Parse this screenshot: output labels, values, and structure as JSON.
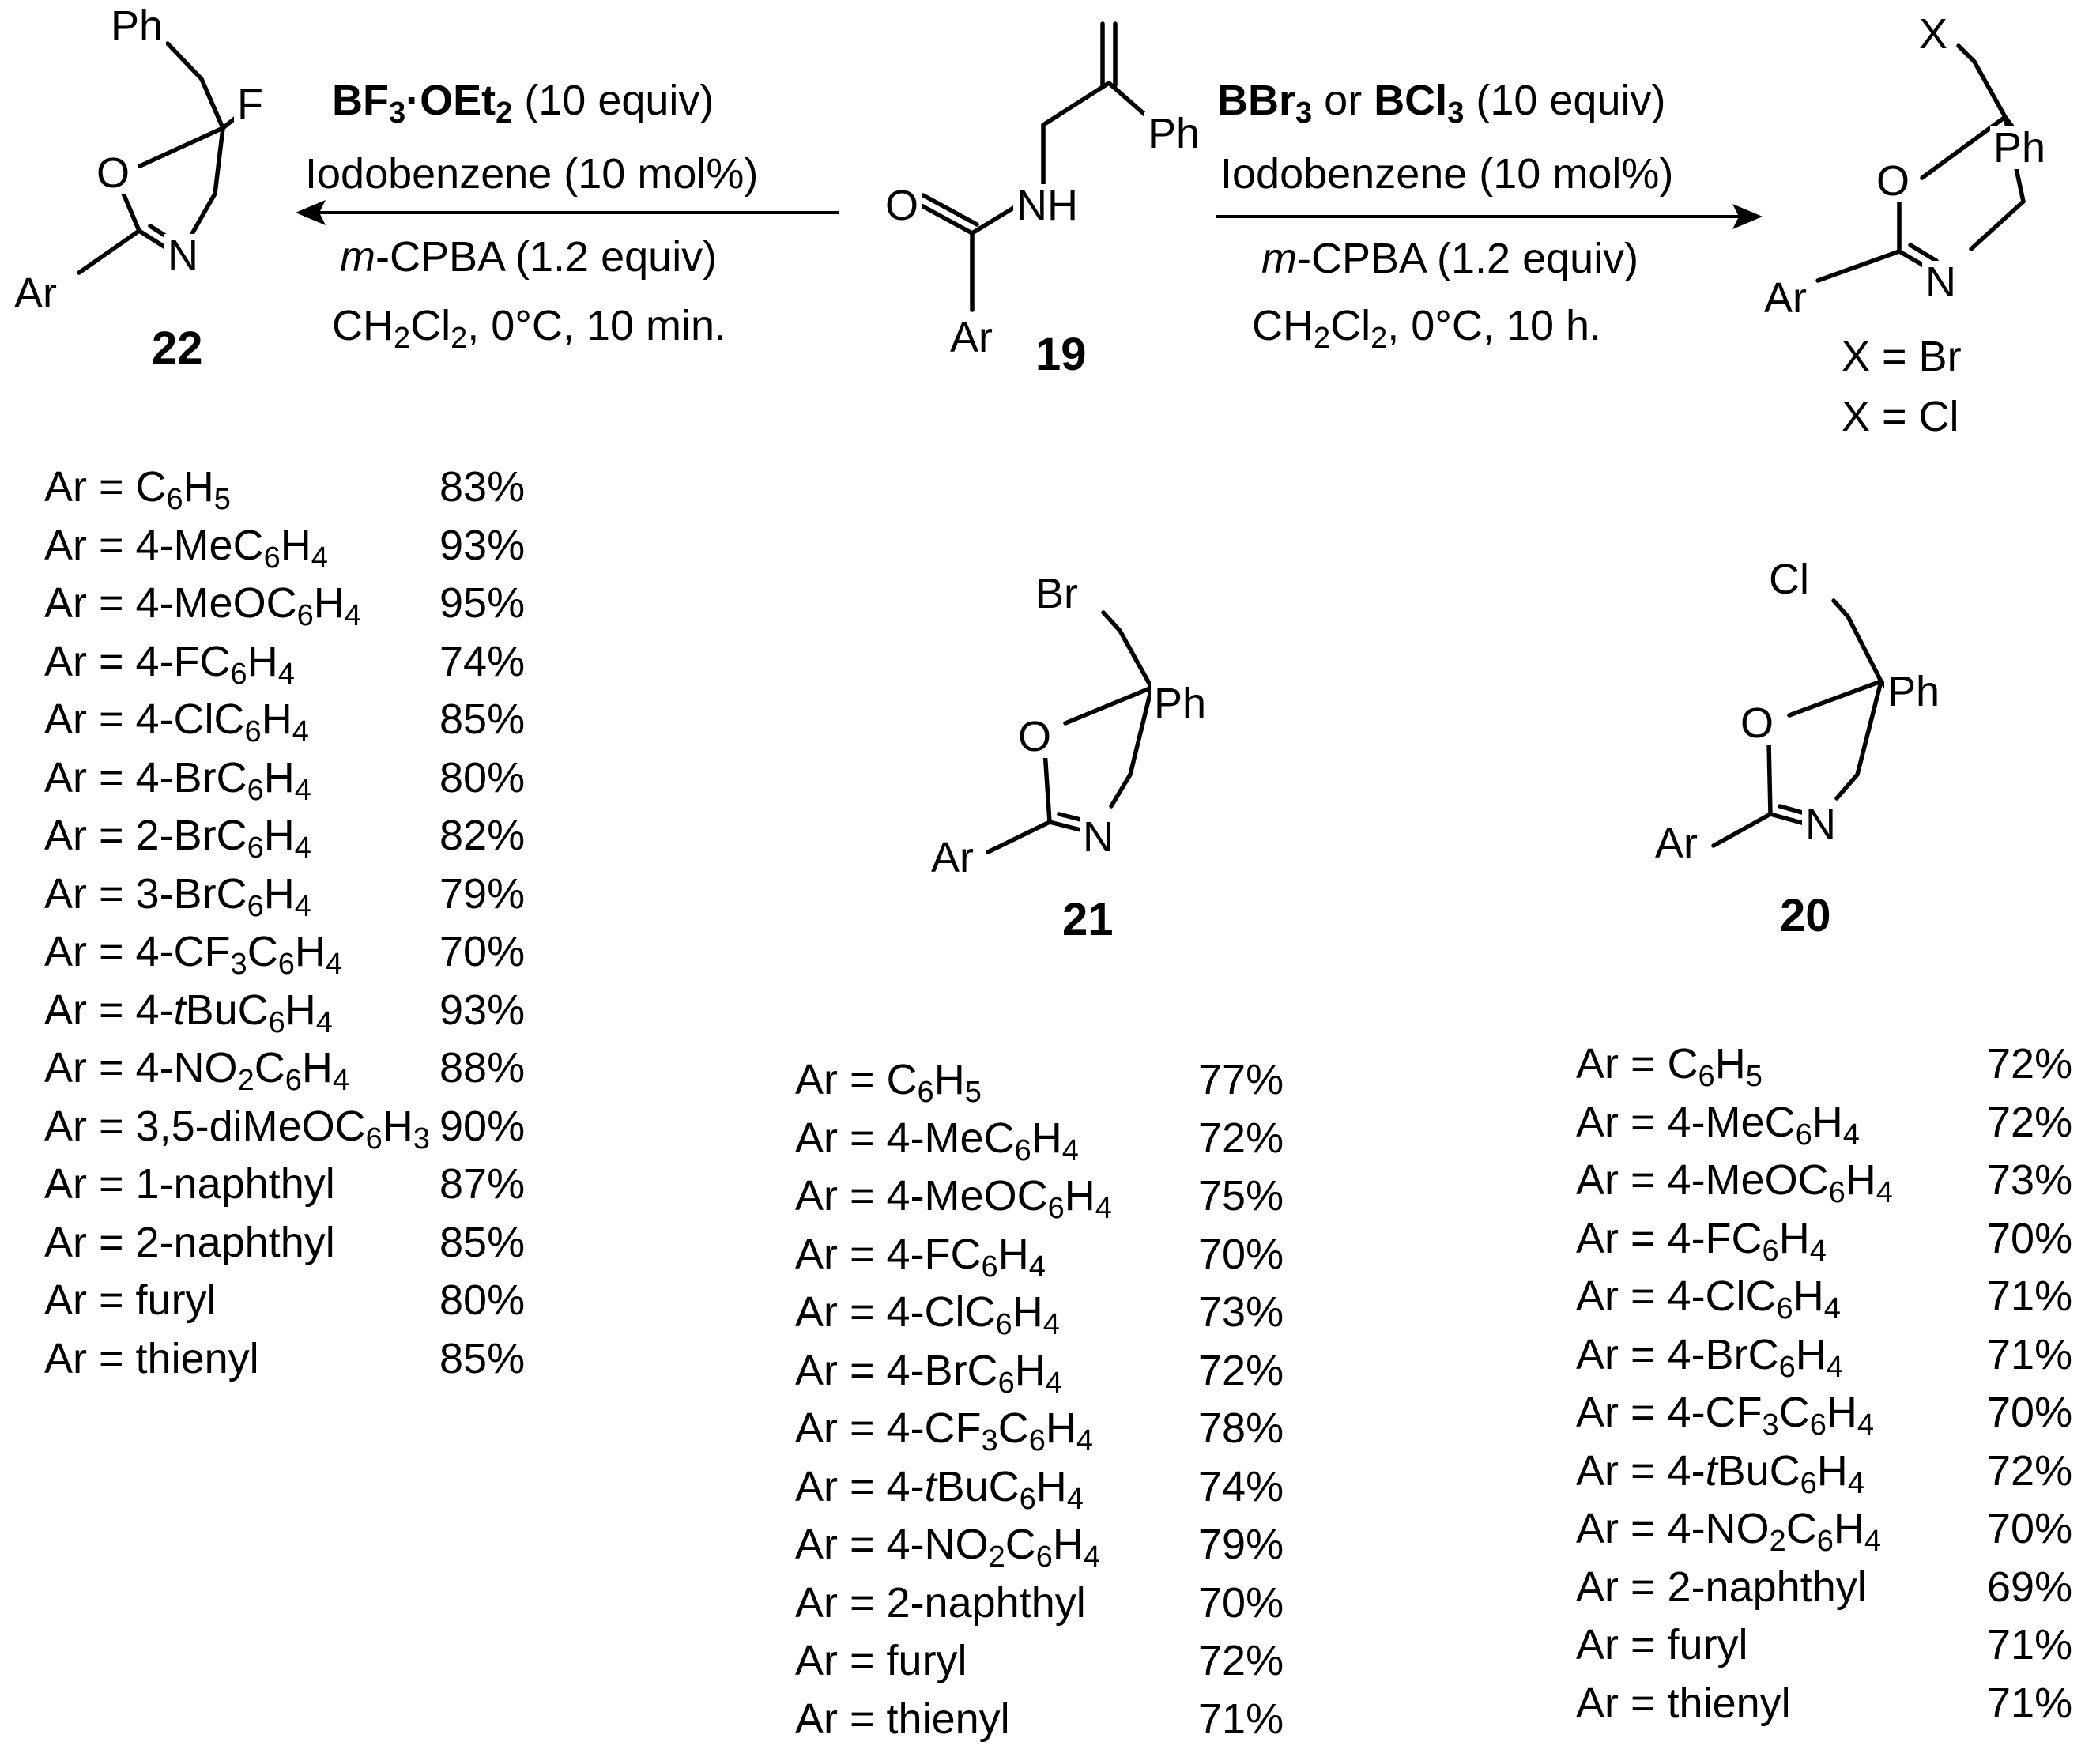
{
  "compounds": {
    "c19": {
      "label": "19",
      "atoms": {
        "O": "O",
        "NH": "NH",
        "Ph": "Ph",
        "Ar": "Ar"
      }
    },
    "c22": {
      "label": "22",
      "atoms": {
        "Ph": "Ph",
        "F": "F",
        "O": "O",
        "N": "N",
        "Ar": "Ar"
      }
    },
    "cX": {
      "atoms": {
        "X": "X",
        "Ph": "Ph",
        "O": "O",
        "N": "N",
        "Ar": "Ar"
      },
      "x_br": "X = Br",
      "x_cl": "X = Cl"
    },
    "c21": {
      "label": "21",
      "atoms": {
        "Br": "Br",
        "Ph": "Ph",
        "O": "O",
        "N": "N",
        "Ar": "Ar"
      }
    },
    "c20": {
      "label": "20",
      "atoms": {
        "Cl": "Cl",
        "Ph": "Ph",
        "O": "O",
        "N": "N",
        "Ar": "Ar"
      }
    }
  },
  "reactions": {
    "left": {
      "reagent": "BF3·OEt2 (10 equiv)",
      "catalyst": "Iodobenzene (10 mol%)",
      "oxidant": "m-CPBA (1.2 equiv)",
      "conditions": "CH2Cl2, 0°C, 10 min."
    },
    "right": {
      "reagent": "BBr3 or BCl3 (10 equiv)",
      "catalyst": "Iodobenzene (10 mol%)",
      "oxidant": "m-CPBA (1.2 equiv)",
      "conditions": "CH2Cl2, 0°C, 10 h."
    }
  },
  "tables": {
    "t22": [
      {
        "ar": "Ar = C6H5",
        "yield": "83%"
      },
      {
        "ar": "Ar = 4-MeC6H4",
        "yield": "93%"
      },
      {
        "ar": "Ar = 4-MeOC6H4",
        "yield": "95%"
      },
      {
        "ar": "Ar = 4-FC6H4",
        "yield": "74%"
      },
      {
        "ar": "Ar = 4-ClC6H4",
        "yield": "85%"
      },
      {
        "ar": "Ar = 4-BrC6H4",
        "yield": "80%"
      },
      {
        "ar": "Ar = 2-BrC6H4",
        "yield": "82%"
      },
      {
        "ar": "Ar = 3-BrC6H4",
        "yield": "79%"
      },
      {
        "ar": "Ar = 4-CF3C6H4",
        "yield": "70%"
      },
      {
        "ar": "Ar = 4-tBuC6H4",
        "yield": "93%"
      },
      {
        "ar": "Ar = 4-NO2C6H4",
        "yield": "88%"
      },
      {
        "ar": "Ar = 3,5-diMeOC6H3",
        "yield": "90%"
      },
      {
        "ar": "Ar = 1-naphthyl",
        "yield": "87%"
      },
      {
        "ar": "Ar = 2-naphthyl",
        "yield": "85%"
      },
      {
        "ar": "Ar = furyl",
        "yield": "80%"
      },
      {
        "ar": "Ar = thienyl",
        "yield": "85%"
      }
    ],
    "t21": [
      {
        "ar": "Ar = C6H5",
        "yield": "77%"
      },
      {
        "ar": "Ar = 4-MeC6H4",
        "yield": "72%"
      },
      {
        "ar": "Ar = 4-MeOC6H4",
        "yield": "75%"
      },
      {
        "ar": "Ar = 4-FC6H4",
        "yield": "70%"
      },
      {
        "ar": "Ar = 4-ClC6H4",
        "yield": "73%"
      },
      {
        "ar": "Ar = 4-BrC6H4",
        "yield": "72%"
      },
      {
        "ar": "Ar = 4-CF3C6H4",
        "yield": "78%"
      },
      {
        "ar": "Ar = 4-tBuC6H4",
        "yield": "74%"
      },
      {
        "ar": "Ar = 4-NO2C6H4",
        "yield": "79%"
      },
      {
        "ar": "Ar = 2-naphthyl",
        "yield": "70%"
      },
      {
        "ar": "Ar = furyl",
        "yield": "72%"
      },
      {
        "ar": "Ar = thienyl",
        "yield": "71%"
      }
    ],
    "t20": [
      {
        "ar": "Ar = C6H5",
        "yield": "72%"
      },
      {
        "ar": "Ar = 4-MeC6H4",
        "yield": "72%"
      },
      {
        "ar": "Ar = 4-MeOC6H4",
        "yield": "73%"
      },
      {
        "ar": "Ar = 4-FC6H4",
        "yield": "70%"
      },
      {
        "ar": "Ar = 4-ClC6H4",
        "yield": "71%"
      },
      {
        "ar": "Ar = 4-BrC6H4",
        "yield": "71%"
      },
      {
        "ar": "Ar = 4-CF3C6H4",
        "yield": "70%"
      },
      {
        "ar": "Ar = 4-tBuC6H4",
        "yield": "72%"
      },
      {
        "ar": "Ar = 4-NO2C6H4",
        "yield": "70%"
      },
      {
        "ar": "Ar = 2-naphthyl",
        "yield": "69%"
      },
      {
        "ar": "Ar = furyl",
        "yield": "71%"
      },
      {
        "ar": "Ar = thienyl",
        "yield": "71%"
      }
    ]
  }
}
